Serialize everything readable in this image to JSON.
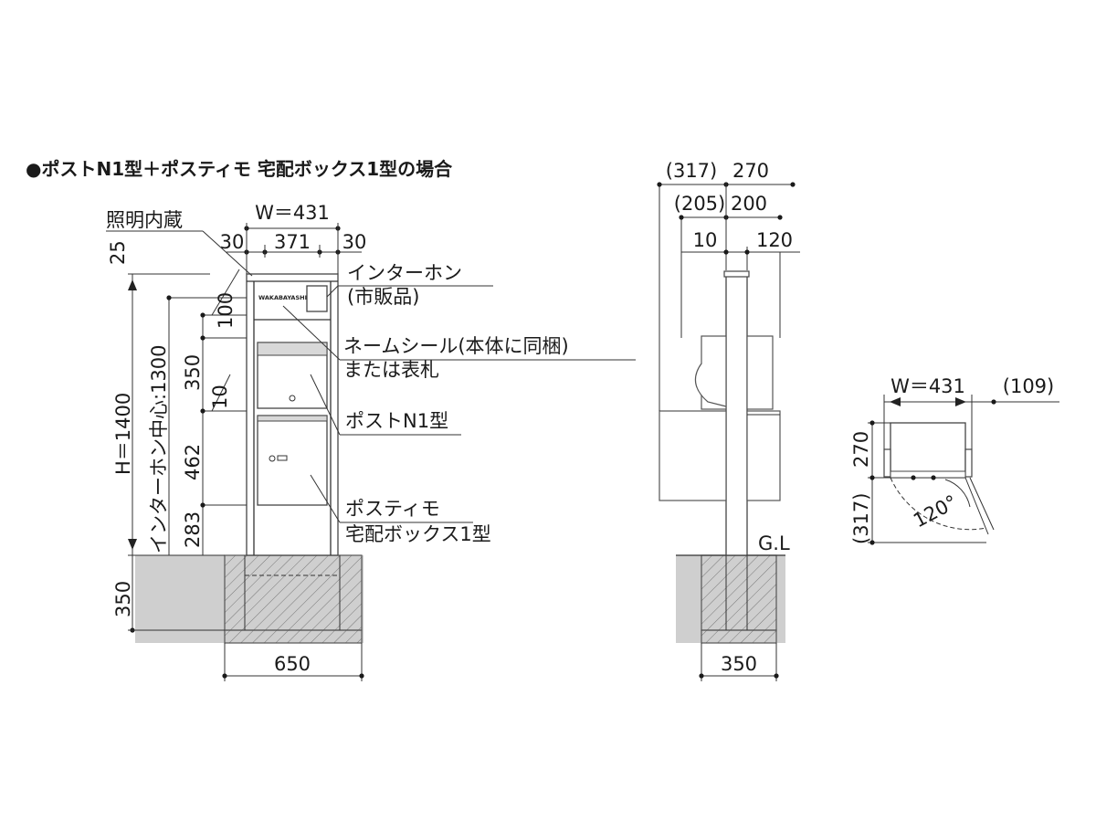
{
  "title": "●ポストN1型＋ポスティモ 宅配ボックス1型の場合",
  "front": {
    "labels": {
      "lighting": "照明内蔵",
      "intercom": "インターホン",
      "intercom_note": "(市販品)",
      "name_seal": "ネームシール(本体に同梱)",
      "name_seal_note": "または表札",
      "post": "ポストN1型",
      "postimo": "ポスティモ",
      "postimo_note": "宅配ボックス1型",
      "brand": "WAKABAYASHI"
    },
    "dims": {
      "width_total": "W＝431",
      "side_left": "30",
      "center": "371",
      "side_right": "30",
      "top": "25",
      "height": "H＝1400",
      "intercom_center": "インターホン中心:1300",
      "d100": "100",
      "d350": "350",
      "d10": "10",
      "d462": "462",
      "d283": "283",
      "foundation_depth": "350",
      "foundation_width": "650"
    }
  },
  "side": {
    "dims": {
      "top_paren": "(317)",
      "top_val": "270",
      "mid_paren": "(205)",
      "mid_val": "200",
      "small_a": "10",
      "small_b": "120",
      "foundation_width": "350"
    },
    "labels": {
      "ground": "G.L"
    }
  },
  "plan": {
    "dims": {
      "width_total": "W＝431",
      "right_paren": "(109)",
      "depth": "270",
      "depth_paren": "(317)",
      "angle": "120°"
    }
  }
}
